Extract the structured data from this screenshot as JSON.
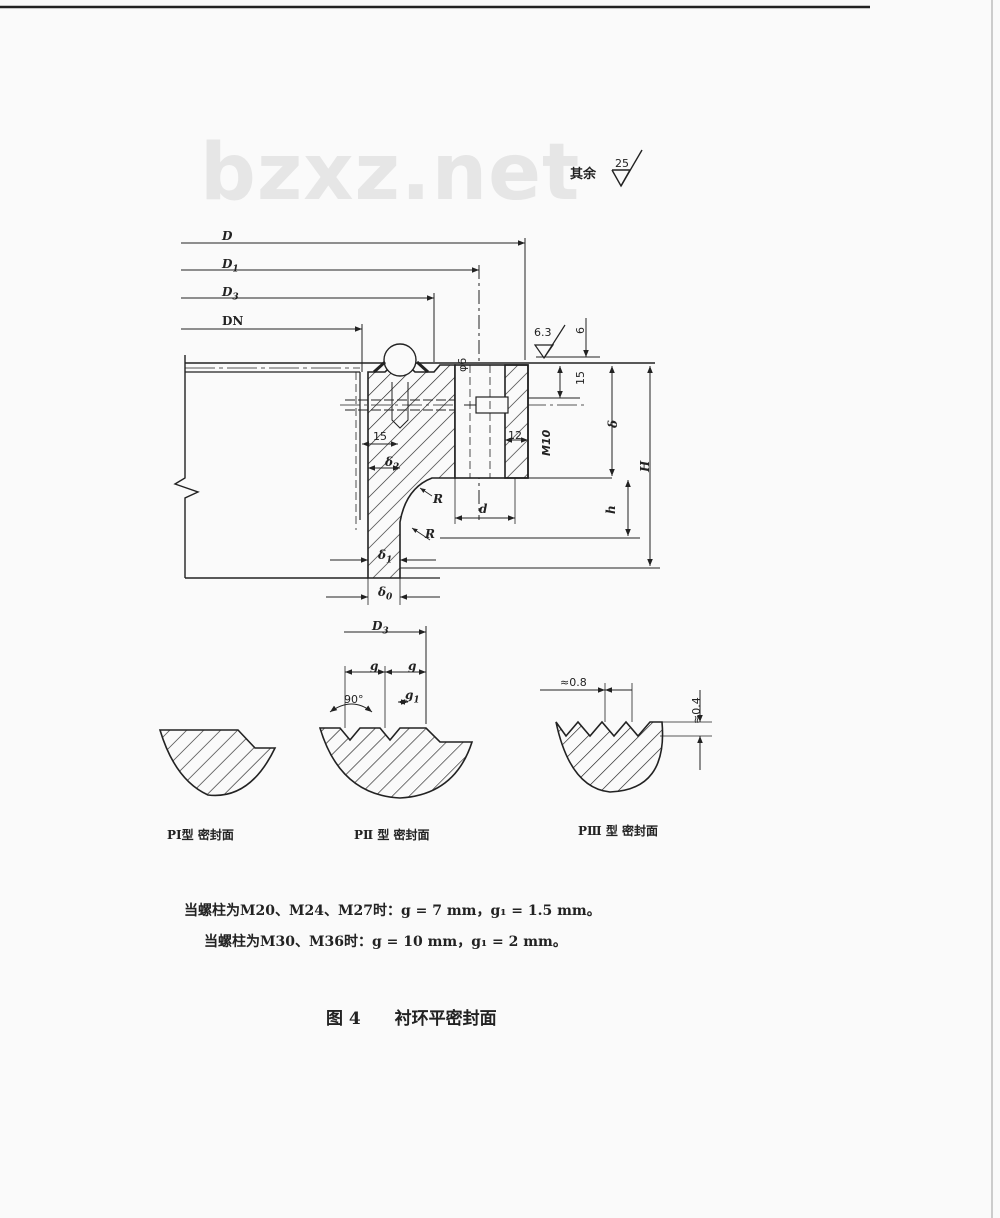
{
  "watermark": "bzxz.net",
  "roughness": {
    "rest_label": "其余",
    "rest_value": "25",
    "face_value": "6.3"
  },
  "dims": {
    "D": "D",
    "D1": "D",
    "D1_sub": "1",
    "D3": "D",
    "D3_sub": "3",
    "DN": "DN",
    "phi6": "φ6",
    "fifteen_a": "15",
    "fifteen_b": "15",
    "six": "6",
    "twelve": "12",
    "M10": "M10",
    "delta": "δ",
    "H": "H",
    "h": "h",
    "d": "d",
    "R1": "R",
    "R2": "R",
    "delta2": "δ",
    "delta2_sub": "2",
    "delta1": "δ",
    "delta1_sub": "1",
    "delta0": "δ",
    "delta0_sub": "0"
  },
  "details": {
    "D3": "D",
    "D3_sub": "3",
    "g_left": "g",
    "g_right": "g",
    "g1": "g",
    "g1_sub": "1",
    "angle": "90°",
    "pitch": "≈0.8",
    "depth": "≈0.4"
  },
  "types": {
    "p1": "PⅠ型 密封面",
    "p2": "PⅡ 型 密封面",
    "p3": "PⅢ 型 密封面"
  },
  "notes": {
    "line1": "当螺柱为M20、M24、M27时：g = 7 mm，g₁ = 1.5 mm。",
    "line2": "当螺柱为M30、M36时：g = 10 mm，g₁ = 2 mm。"
  },
  "caption": {
    "label": "图 4",
    "title": "衬环平密封面"
  },
  "colors": {
    "ink": "#222222",
    "paper": "#fafafa",
    "watermark": "#e6e6e6"
  }
}
